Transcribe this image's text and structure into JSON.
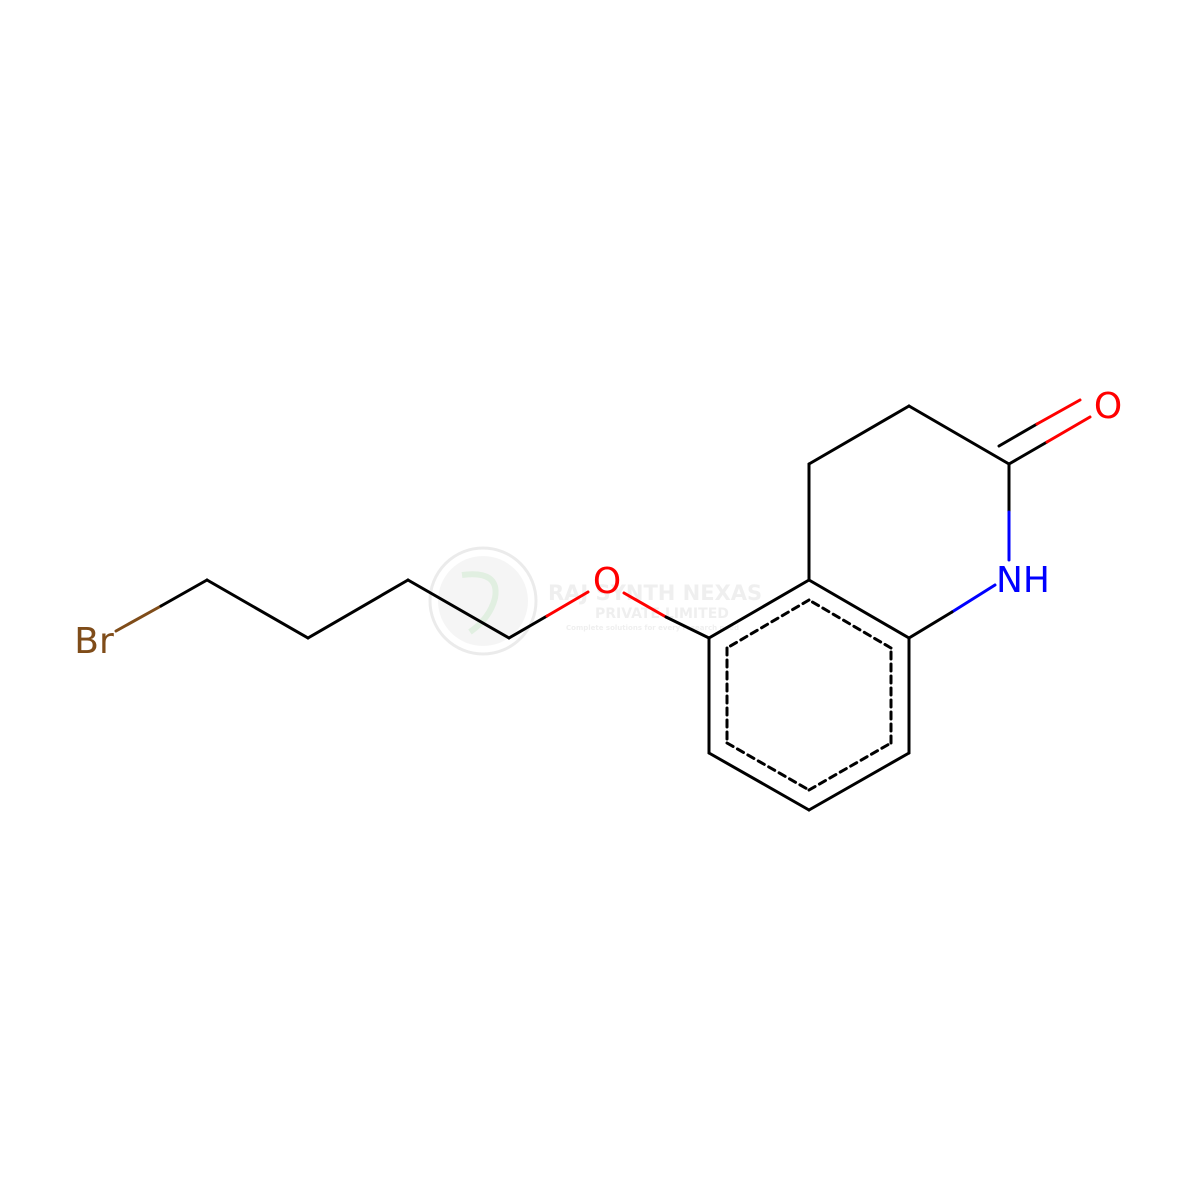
{
  "molecule": {
    "atoms": {
      "br": "Br",
      "ether_o": "O",
      "nh": "NH",
      "carbonyl_o": "O"
    },
    "colors": {
      "bond": "#000000",
      "bromine": "#7f4c19",
      "oxygen": "#ff0000",
      "nitrogen": "#0000ff"
    }
  },
  "watermark": {
    "line1": "RAJ SYNTH NEXAS",
    "line2": "PRIVATE LIMITED",
    "line3": "Complete solutions for every research need",
    "color": "#e3e3e3"
  }
}
